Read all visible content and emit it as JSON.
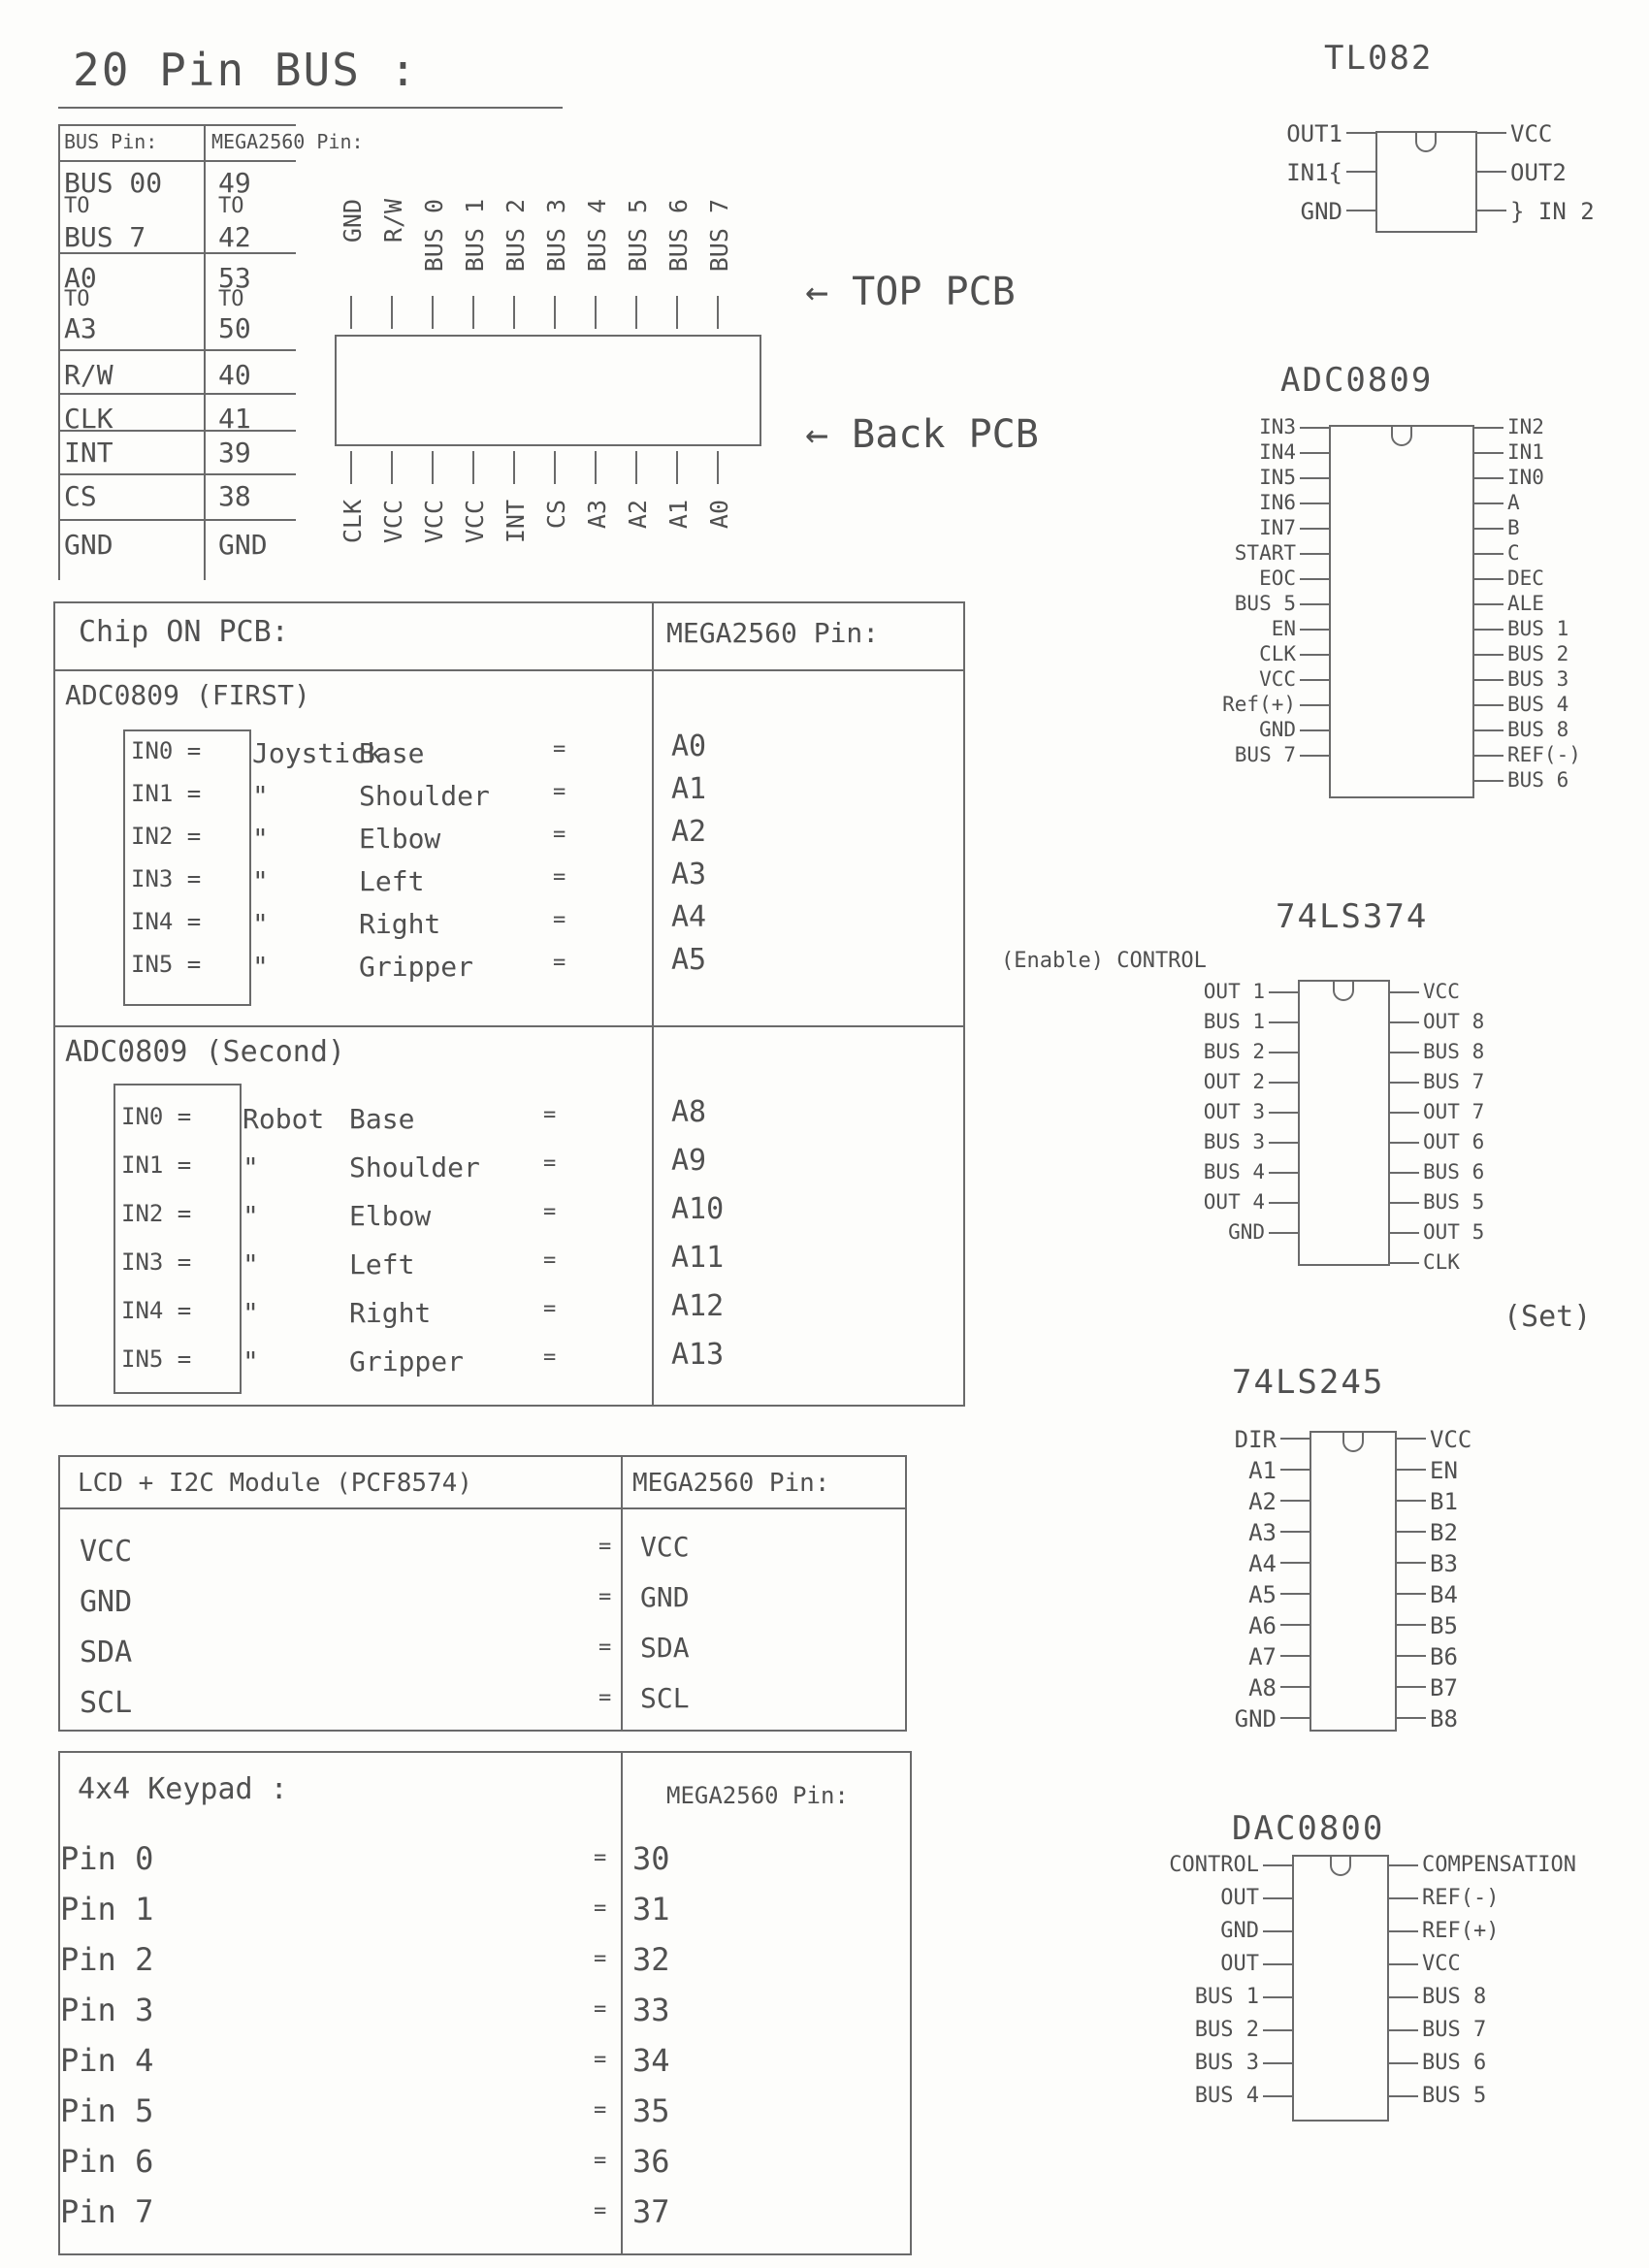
{
  "header": {
    "title": "20 Pin BUS :"
  },
  "bus_table": {
    "col1": "BUS Pin:",
    "col2": "MEGA2560 Pin:",
    "rows": [
      {
        "bus": "BUS 00",
        "mega": "49"
      },
      {
        "bus": "TO",
        "mega": "TO"
      },
      {
        "bus": "BUS 7",
        "mega": "42"
      },
      {
        "bus": "A0",
        "mega": "53"
      },
      {
        "bus": "TO",
        "mega": "TO"
      },
      {
        "bus": "A3",
        "mega": "50"
      },
      {
        "bus": "R/W",
        "mega": "40"
      },
      {
        "bus": "CLK",
        "mega": "41"
      },
      {
        "bus": "INT",
        "mega": "39"
      },
      {
        "bus": "CS",
        "mega": "38"
      },
      {
        "bus": "GND",
        "mega": "GND"
      }
    ]
  },
  "connector": {
    "top_pins": [
      "GND",
      "R/W",
      "BUS 0",
      "BUS 1",
      "BUS 2",
      "BUS 3",
      "BUS 4",
      "BUS 5",
      "BUS 6",
      "BUS 7"
    ],
    "bottom_pins": [
      "CLK",
      "VCC",
      "VCC",
      "VCC",
      "INT",
      "CS",
      "A3",
      "A2",
      "A1",
      "A0"
    ],
    "top_label": "← TOP PCB",
    "back_label": "← Back PCB"
  },
  "chip_table": {
    "col1": "Chip ON PCB:",
    "col2": "MEGA2560 Pin:",
    "adc_first": {
      "title": "ADC0809 (FIRST)",
      "rows": [
        {
          "in": "IN0 =",
          "src": "Joystick",
          "part": "Base",
          "pin": "A0"
        },
        {
          "in": "IN1 =",
          "src": "\"",
          "part": "Shoulder",
          "pin": "A1"
        },
        {
          "in": "IN2 =",
          "src": "\"",
          "part": "Elbow",
          "pin": "A2"
        },
        {
          "in": "IN3 =",
          "src": "\"",
          "part": "Left",
          "pin": "A3"
        },
        {
          "in": "IN4 =",
          "src": "\"",
          "part": "Right",
          "pin": "A4"
        },
        {
          "in": "IN5 =",
          "src": "\"",
          "part": "Gripper",
          "pin": "A5"
        }
      ]
    },
    "adc_second": {
      "title": "ADC0809 (Second)",
      "rows": [
        {
          "in": "IN0 =",
          "src": "Robot",
          "part": "Base",
          "pin": "A8"
        },
        {
          "in": "IN1 =",
          "src": "\"",
          "part": "Shoulder",
          "pin": "A9"
        },
        {
          "in": "IN2 =",
          "src": "\"",
          "part": "Elbow",
          "pin": "A10"
        },
        {
          "in": "IN3 =",
          "src": "\"",
          "part": "Left",
          "pin": "A11"
        },
        {
          "in": "IN4 =",
          "src": "\"",
          "part": "Right",
          "pin": "A12"
        },
        {
          "in": "IN5 =",
          "src": "\"",
          "part": "Gripper",
          "pin": "A13"
        }
      ]
    }
  },
  "lcd_table": {
    "col1": "LCD + I2C Module (PCF8574)",
    "col2": "MEGA2560 Pin:",
    "rows": [
      {
        "a": "VCC",
        "b": "VCC"
      },
      {
        "a": "GND",
        "b": "GND"
      },
      {
        "a": "SDA",
        "b": "SDA"
      },
      {
        "a": "SCL",
        "b": "SCL"
      }
    ]
  },
  "keypad_table": {
    "col1": "4x4 Keypad :",
    "col2": "MEGA2560 Pin:",
    "rows": [
      {
        "a": "Pin 0",
        "b": "30"
      },
      {
        "a": "Pin 1",
        "b": "31"
      },
      {
        "a": "Pin 2",
        "b": "32"
      },
      {
        "a": "Pin 3",
        "b": "33"
      },
      {
        "a": "Pin 4",
        "b": "34"
      },
      {
        "a": "Pin 5",
        "b": "35"
      },
      {
        "a": "Pin 6",
        "b": "36"
      },
      {
        "a": "Pin 7",
        "b": "37"
      }
    ]
  },
  "tl082": {
    "title": "TL082",
    "left": [
      "OUT1",
      "IN1{",
      "GND"
    ],
    "right": [
      "VCC",
      "OUT2",
      "} IN 2"
    ]
  },
  "adc0809": {
    "title": "ADC0809",
    "left": [
      "IN3",
      "IN4",
      "IN5",
      "IN6",
      "IN7",
      "START",
      "EOC",
      "BUS 5",
      "EN",
      "CLK",
      "VCC",
      "Ref(+)",
      "GND",
      "BUS 7"
    ],
    "right": [
      "IN2",
      "IN1",
      "IN0",
      "A",
      "B",
      "C",
      "DEC",
      "ALE",
      "BUS 1",
      "BUS 2",
      "BUS 3",
      "BUS 4",
      "BUS 8",
      "REF(-)",
      "BUS 6"
    ]
  },
  "ls374": {
    "title": "74LS374",
    "enable_note": "(Enable) CONTROL",
    "left": [
      "OUT 1",
      "BUS 1",
      "BUS 2",
      "OUT 2",
      "OUT 3",
      "BUS 3",
      "BUS 4",
      "OUT 4",
      "GND"
    ],
    "right": [
      "VCC",
      "OUT 8",
      "BUS 8",
      "BUS 7",
      "OUT 7",
      "OUT 6",
      "BUS 6",
      "BUS 5",
      "OUT 5",
      "CLK"
    ],
    "set_note": "(Set)"
  },
  "ls245": {
    "title": "74LS245",
    "left": [
      "DIR",
      "A1",
      "A2",
      "A3",
      "A4",
      "A5",
      "A6",
      "A7",
      "A8",
      "GND"
    ],
    "right": [
      "VCC",
      "EN",
      "B1",
      "B2",
      "B3",
      "B4",
      "B5",
      "B6",
      "B7",
      "B8"
    ]
  },
  "dac0800": {
    "title": "DAC0800",
    "left": [
      "CONTROL",
      "OUT",
      "GND",
      "OUT",
      "BUS 1",
      "BUS 2",
      "BUS 3",
      "BUS 4"
    ],
    "right": [
      "COMPENSATION",
      "REF(-)",
      "REF(+)",
      "VCC",
      "BUS 8",
      "BUS 7",
      "BUS 6",
      "BUS 5"
    ]
  }
}
